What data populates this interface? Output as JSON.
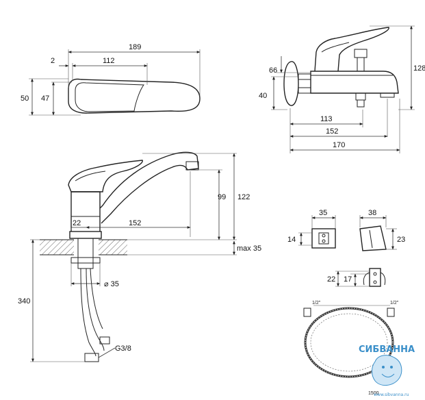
{
  "dimensions": {
    "top_lever_total": "189",
    "top_lever_offset": "2",
    "top_lever_length": "112",
    "top_lever_height_outer": "50",
    "top_lever_height_inner": "47",
    "bath_height_66": "66",
    "bath_height_40": "40",
    "bath_total_height": "128",
    "bath_113": "113",
    "bath_152": "152",
    "bath_170": "170",
    "sink_height_99": "99",
    "sink_height_122": "122",
    "sink_spout_152": "152",
    "sink_base_22": "22",
    "sink_max_35": "max 35",
    "sink_hole_35": "⌀ 35",
    "sink_hose_340": "340",
    "sink_thread": "G3/8",
    "holder_width_35": "35",
    "holder_height_14": "14",
    "holder2_width_38": "38",
    "holder2_height_23": "23",
    "wall_22": "22",
    "wall_17": "17",
    "hose_half_left": "1/2\"",
    "hose_half_right": "1/2\"",
    "hose_length": "1500"
  },
  "watermark": {
    "brand": "СИБВАННА",
    "url": "www.sibvanna.ru"
  }
}
